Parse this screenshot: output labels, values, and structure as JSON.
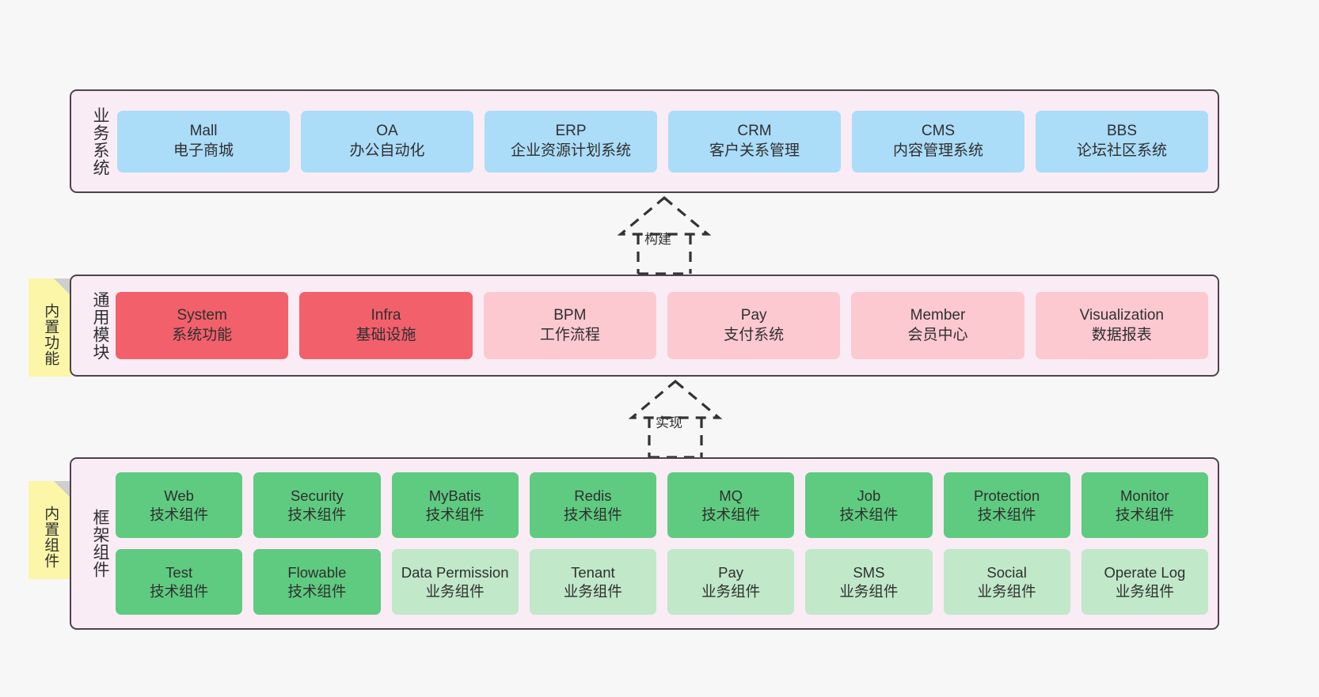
{
  "layers": [
    {
      "id": "business",
      "title": "业务系统",
      "rows": [
        {
          "cards": [
            {
              "name": "Mall",
              "desc": "电子商城",
              "style": "blue"
            },
            {
              "name": "OA",
              "desc": "办公自动化",
              "style": "blue"
            },
            {
              "name": "ERP",
              "desc": "企业资源计划系统",
              "style": "blue"
            },
            {
              "name": "CRM",
              "desc": "客户关系管理",
              "style": "blue"
            },
            {
              "name": "CMS",
              "desc": "内容管理系统",
              "style": "blue"
            },
            {
              "name": "BBS",
              "desc": "论坛社区系统",
              "style": "blue"
            }
          ]
        }
      ]
    },
    {
      "id": "module",
      "title": "通用模块",
      "rows": [
        {
          "cards": [
            {
              "name": "System",
              "desc": "系统功能",
              "style": "red"
            },
            {
              "name": "Infra",
              "desc": "基础设施",
              "style": "red"
            },
            {
              "name": "BPM",
              "desc": "工作流程",
              "style": "pink"
            },
            {
              "name": "Pay",
              "desc": "支付系统",
              "style": "pink"
            },
            {
              "name": "Member",
              "desc": "会员中心",
              "style": "pink"
            },
            {
              "name": "Visualization",
              "desc": "数据报表",
              "style": "pink"
            }
          ]
        }
      ]
    },
    {
      "id": "framework",
      "title": "框架组件",
      "rows": [
        {
          "cards": [
            {
              "name": "Web",
              "desc": "技术组件",
              "style": "green"
            },
            {
              "name": "Security",
              "desc": "技术组件",
              "style": "green"
            },
            {
              "name": "MyBatis",
              "desc": "技术组件",
              "style": "green"
            },
            {
              "name": "Redis",
              "desc": "技术组件",
              "style": "green"
            },
            {
              "name": "MQ",
              "desc": "技术组件",
              "style": "green"
            },
            {
              "name": "Job",
              "desc": "技术组件",
              "style": "green"
            },
            {
              "name": "Protection",
              "desc": "技术组件",
              "style": "green"
            },
            {
              "name": "Monitor",
              "desc": "技术组件",
              "style": "green"
            }
          ]
        },
        {
          "cards": [
            {
              "name": "Test",
              "desc": "技术组件",
              "style": "green"
            },
            {
              "name": "Flowable",
              "desc": "技术组件",
              "style": "green"
            },
            {
              "name": "Data Permission",
              "desc": "业务组件",
              "style": "lgreen"
            },
            {
              "name": "Tenant",
              "desc": "业务组件",
              "style": "lgreen"
            },
            {
              "name": "Pay",
              "desc": "业务组件",
              "style": "lgreen"
            },
            {
              "name": "SMS",
              "desc": "业务组件",
              "style": "lgreen"
            },
            {
              "name": "Social",
              "desc": "业务组件",
              "style": "lgreen"
            },
            {
              "name": "Operate Log",
              "desc": "业务组件",
              "style": "lgreen"
            }
          ]
        }
      ]
    }
  ],
  "notes": [
    {
      "id": "module",
      "text": "内置功能"
    },
    {
      "id": "framework",
      "text": "内置组件"
    }
  ],
  "arrows": [
    {
      "id": "build",
      "label": "构建"
    },
    {
      "id": "impl",
      "label": "实现"
    }
  ],
  "colors": {
    "background": "#f7f7f7",
    "layer_fill": "#f9ecf5",
    "layer_border": "#4d434f",
    "blue": "#abdcf8",
    "red": "#f2606b",
    "pink": "#fcc9d1",
    "green": "#5fcb80",
    "light_green": "#c0e8c9",
    "note_fill": "#fbf6a8",
    "note_fold": "#cfcfcf",
    "arrow_stroke": "#333333"
  }
}
